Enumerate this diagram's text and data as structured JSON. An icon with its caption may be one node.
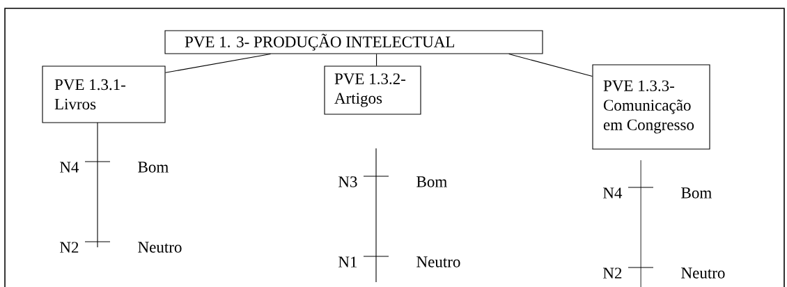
{
  "diagram": {
    "nodes": [
      {
        "text": [
          "PVE 1. 3- PRODUÇÃO INTELECTUAL"
        ]
      },
      {
        "text": [
          "PVE 1.3.1- Livros"
        ]
      },
      {
        "text": [
          "PVE 1.3.2- Artigos"
        ]
      },
      {
        "text": [
          "PVE 1.3.3- Comunicação em Congresso"
        ]
      }
    ],
    "edges": [
      {
        "from": 0,
        "to": 1,
        "arrow": "none"
      },
      {
        "from": 0,
        "to": 2,
        "arrow": "none"
      },
      {
        "from": 0,
        "to": 3,
        "arrow": "none"
      }
    ],
    "labels": [
      "N4",
      "Bom",
      "N2",
      "Neutro",
      "N3",
      "Bom",
      "N1",
      "Neutro",
      "N4",
      "Bom",
      "N2",
      "Neutro"
    ]
  }
}
